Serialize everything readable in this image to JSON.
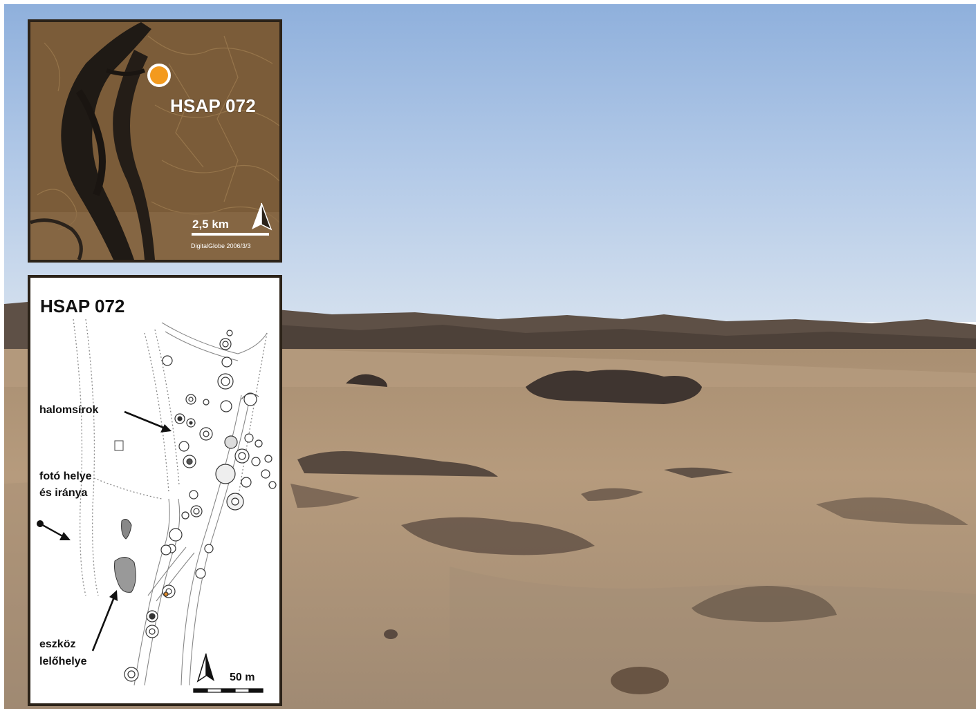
{
  "satellite_inset": {
    "site_label": "HSAP 072",
    "scale_label": "2,5 km",
    "credit": "DigitalGlobe 2006/3/3",
    "marker_color": "#f39a1e"
  },
  "site_map": {
    "title": "HSAP 072",
    "labels": {
      "tumuli": "halomsírok",
      "photo_line1": "fotó helye",
      "photo_line2": "és iránya",
      "find_line1": "eszköz",
      "find_line2": "lelőhelye"
    },
    "scale_label": "50 m"
  },
  "icons": [
    "north-arrow-icon",
    "site-marker-icon",
    "photo-point-icon"
  ],
  "colors": {
    "sky": "#b7cce8",
    "desert": "#b09779",
    "frame": "#2b2218"
  }
}
